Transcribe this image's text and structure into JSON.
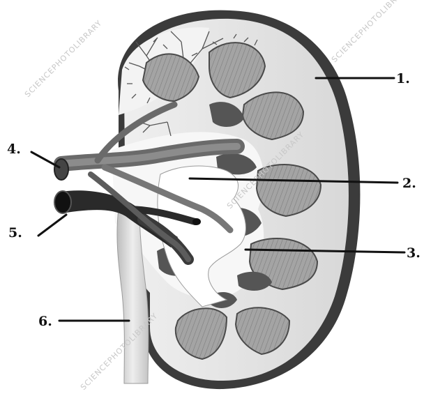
{
  "labels": [
    {
      "id": "1",
      "text": "1."
    },
    {
      "id": "2",
      "text": "2."
    },
    {
      "id": "3",
      "text": "3."
    },
    {
      "id": "4",
      "text": "4."
    },
    {
      "id": "5",
      "text": "5."
    },
    {
      "id": "6",
      "text": "6."
    }
  ],
  "watermark": "SCIENCEPHOTOLIBRARY",
  "colors": {
    "capsule": "#3a3a3a",
    "cortex": "#e2e2e2",
    "pyramid": "#9b9b9b",
    "sinus": "#ffffff",
    "vessel_dark": "#2b2b2b",
    "vessel_mid": "#6e6e6e",
    "ureter": "#d8d8d8"
  }
}
